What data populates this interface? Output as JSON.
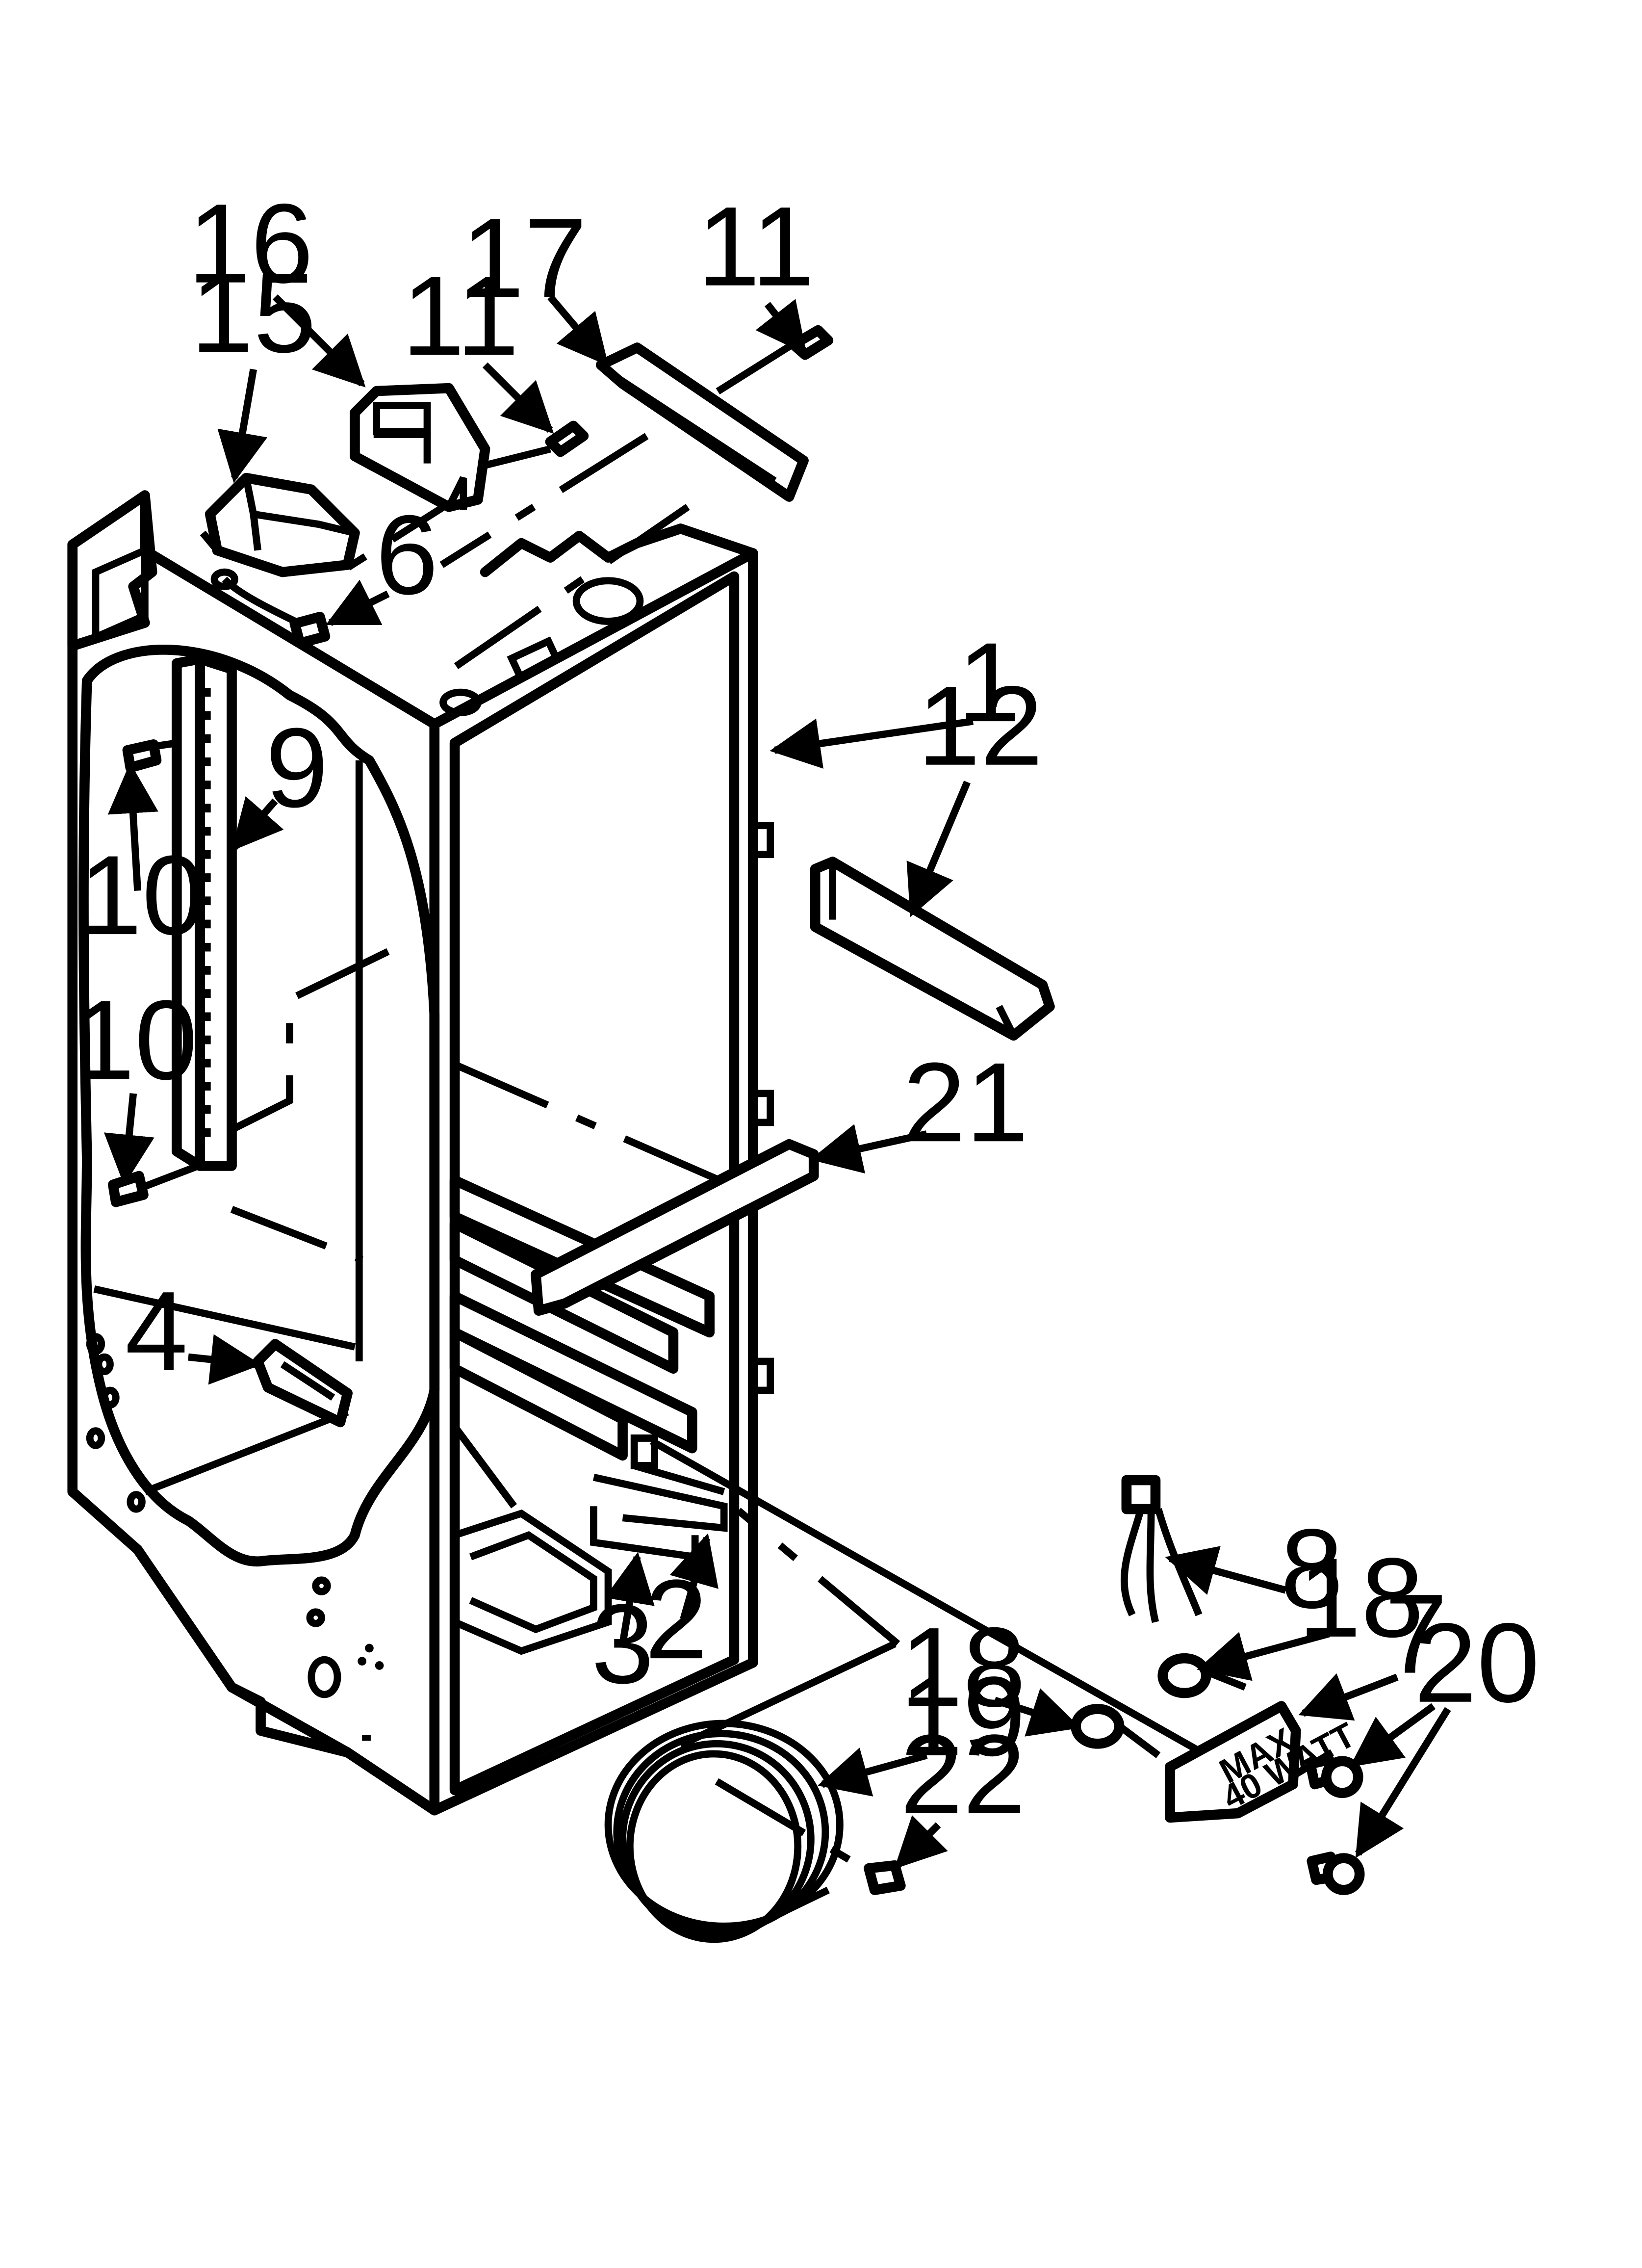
{
  "diagram": {
    "type": "exploded-parts-diagram",
    "callouts": [
      {
        "id": "c16",
        "label": "16"
      },
      {
        "id": "c15",
        "label": "15"
      },
      {
        "id": "c17",
        "label": "17"
      },
      {
        "id": "c11a",
        "label": "11"
      },
      {
        "id": "c11b",
        "label": "11"
      },
      {
        "id": "c6",
        "label": "6"
      },
      {
        "id": "c1",
        "label": "1"
      },
      {
        "id": "c12",
        "label": "12"
      },
      {
        "id": "c9",
        "label": "9"
      },
      {
        "id": "c10a",
        "label": "10"
      },
      {
        "id": "c10b",
        "label": "10"
      },
      {
        "id": "c21",
        "label": "21"
      },
      {
        "id": "c4",
        "label": "4"
      },
      {
        "id": "c8",
        "label": "8"
      },
      {
        "id": "c18a",
        "label": "18"
      },
      {
        "id": "c18b",
        "label": "18"
      },
      {
        "id": "c7",
        "label": "7"
      },
      {
        "id": "c20",
        "label": "20"
      },
      {
        "id": "c19",
        "label": "19"
      },
      {
        "id": "c22",
        "label": "22"
      },
      {
        "id": "c3",
        "label": "3"
      },
      {
        "id": "c2",
        "label": "2"
      }
    ],
    "lamp_housing_text": {
      "line1": "MAX",
      "line2": "40 WATT"
    }
  }
}
